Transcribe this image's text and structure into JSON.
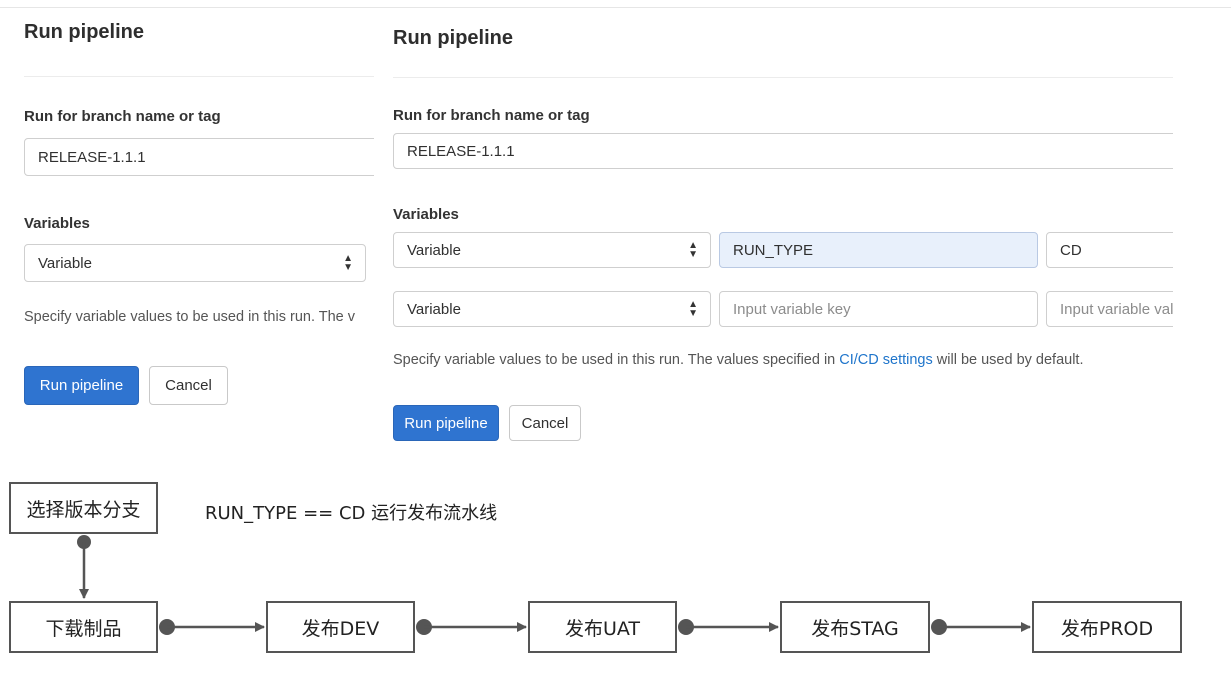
{
  "left_panel": {
    "title": "Run pipeline",
    "branch_label": "Run for branch name or tag",
    "branch_value": "RELEASE-1.1.1",
    "variables_label": "Variables",
    "variable_type": "Variable",
    "help_text": "Specify variable values to be used in this run. The v",
    "run_button": "Run pipeline",
    "cancel_button": "Cancel"
  },
  "right_panel": {
    "title": "Run pipeline",
    "branch_label": "Run for branch name or tag",
    "branch_value": "RELEASE-1.1.1",
    "variables_label": "Variables",
    "variable_rows": [
      {
        "type": "Variable",
        "key": "RUN_TYPE",
        "value": "CD"
      },
      {
        "type": "Variable",
        "key_placeholder": "Input variable key",
        "value_placeholder": "Input variable valu"
      }
    ],
    "help_prefix": "Specify variable values to be used in this run. The values specified in ",
    "help_link": "CI/CD settings",
    "help_suffix": " will be used by default.",
    "run_button": "Run pipeline",
    "cancel_button": "Cancel"
  },
  "flow": {
    "start_node": "选择版本分支",
    "annotation": "RUN_TYPE == CD 运行发布流水线",
    "steps": [
      "下载制品",
      "发布DEV",
      "发布UAT",
      "发布STAG",
      "发布PROD"
    ]
  },
  "colors": {
    "primary": "#2f74d0",
    "link": "#1f75cb",
    "focused_input": "#e8f0fb",
    "diagram_stroke": "#555555"
  },
  "icons": {
    "select_arrow": "sort-arrows-icon"
  }
}
